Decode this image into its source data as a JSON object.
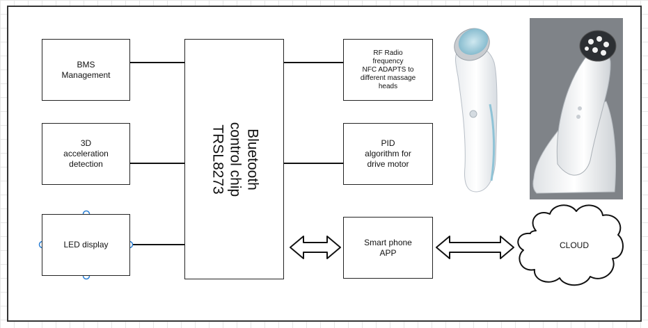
{
  "blocks": {
    "bms": "BMS\nManagement",
    "accel": "3D\nacceleration\ndetection",
    "led": "LED display",
    "chip": "Bluetooth control chip\nTRSL8273",
    "rf": "RF Radio\nfrequency\nNFC ADAPTS to\ndifferent massage\nheads",
    "pid": "PID\nalgorithm for\ndrive motor",
    "phone": "Smart phone\nAPP",
    "cloud": "CLOUD"
  },
  "images": {
    "device_left": "handheld-facial-cleansing-brush",
    "device_right": "rf-beauty-device-on-stand"
  }
}
